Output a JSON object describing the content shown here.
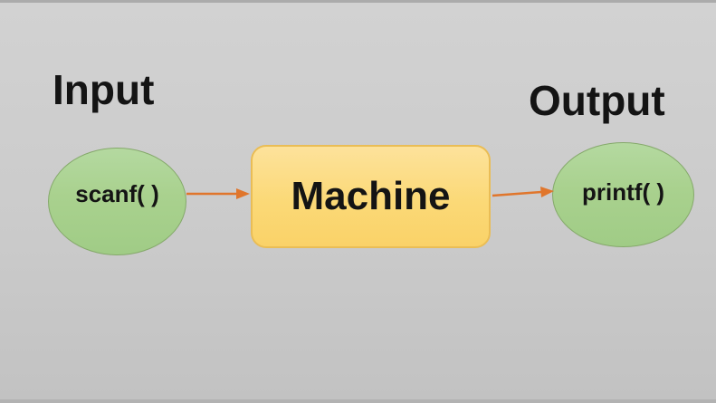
{
  "labels": {
    "input": "Input",
    "output": "Output"
  },
  "nodes": {
    "input": {
      "label": "scanf( )",
      "shape": "ellipse"
    },
    "machine": {
      "label": "Machine",
      "shape": "rounded-rectangle"
    },
    "output": {
      "label": "printf( )",
      "shape": "ellipse"
    }
  },
  "arrows": [
    {
      "from": "input",
      "to": "machine"
    },
    {
      "from": "machine",
      "to": "output"
    }
  ],
  "colors": {
    "canvas-bg": "#cbcbcb",
    "node-green-fill": "#a9d18e",
    "node-green-border": "#85a96b",
    "machine-fill": "#fbd977",
    "machine-fill-top": "#fde29b",
    "machine-border": "#eabd55",
    "arrow": "#e0762c",
    "text": "#141414"
  }
}
